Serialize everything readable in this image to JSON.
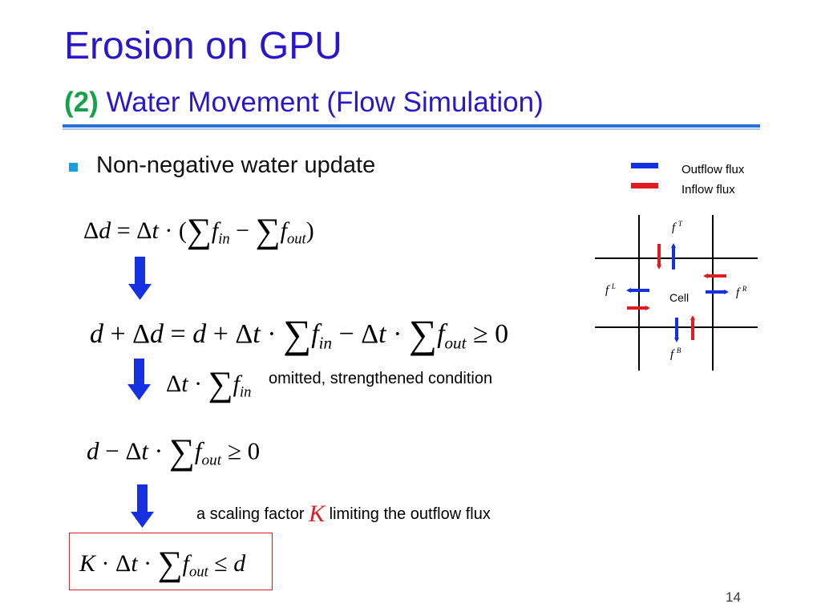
{
  "slide": {
    "title": "Erosion on GPU",
    "subtitle_number": "(2)",
    "subtitle_text": "Water Movement (Flow Simulation)",
    "bullet": "Non-negative water update",
    "page_number": "14"
  },
  "steps": {
    "step3_note": "omitted,  strengthened condition",
    "step4_note_before": "a scaling factor",
    "step4_note_symbol": "K",
    "step4_note_after": "limiting the outflow flux"
  },
  "legend": {
    "outflow": "Outflow flux",
    "inflow": "Inflow flux",
    "outflow_color": "#1530e0",
    "inflow_color": "#e11b22"
  },
  "cell_diagram": {
    "cell_label": "Cell",
    "flux_top": "T",
    "flux_left": "L",
    "flux_right": "R",
    "flux_bottom": "B"
  },
  "colors": {
    "title": "#2a17c8",
    "subtitle_number": "#16a14a",
    "down_arrow": "#1530e0",
    "highlight_box": "#e11b22",
    "bullet": "#1a9fdc"
  },
  "icons": [
    "down-arrow-icon",
    "outflow-arrow-icon",
    "inflow-arrow-icon"
  ]
}
